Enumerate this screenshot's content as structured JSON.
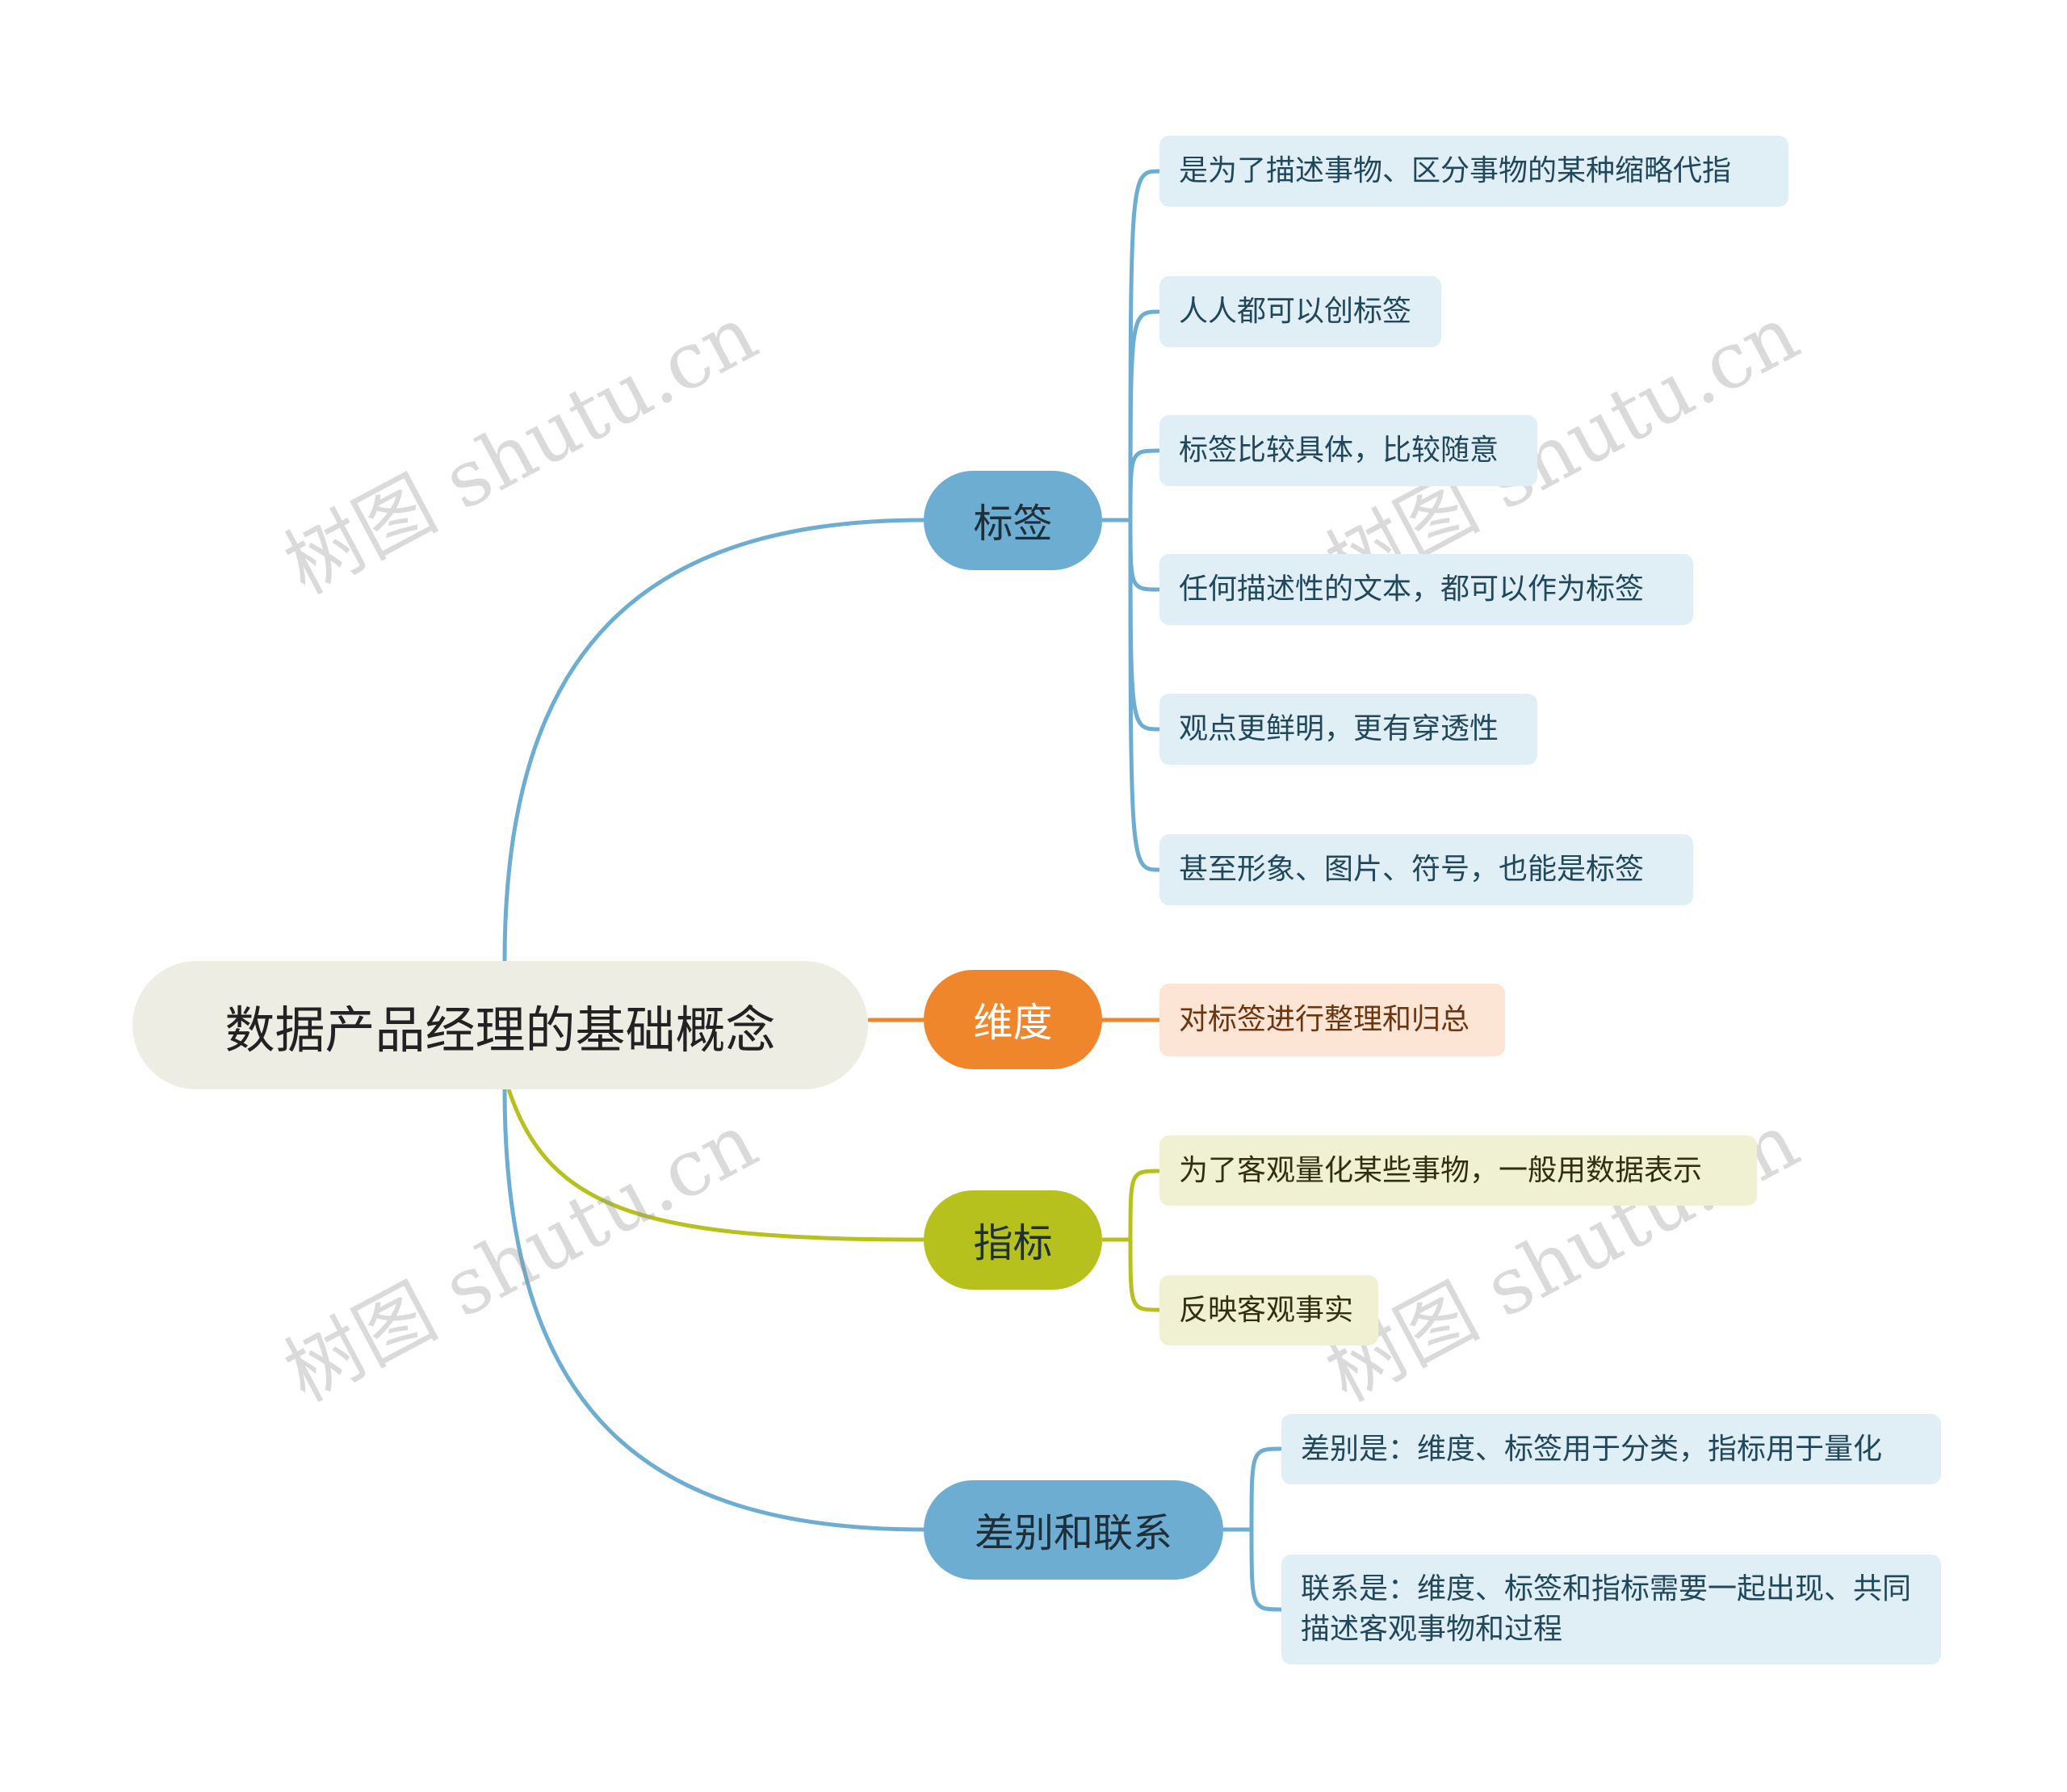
{
  "root": {
    "label": "数据产品经理的基础概念"
  },
  "branches": [
    {
      "label": "标签",
      "color": "#6cadd1",
      "leaves": [
        "是为了描述事物、区分事物的某种缩略代指",
        "人人都可以创标签",
        "标签比较具体，比较随意",
        "任何描述性的文本，都可以作为标签",
        "观点更鲜明，更有穿透性",
        "甚至形象、图片、符号，也能是标签"
      ]
    },
    {
      "label": "维度",
      "color": "#f0862c",
      "leaves": [
        "对标签进行整理和归总"
      ]
    },
    {
      "label": "指标",
      "color": "#b6c11d",
      "leaves": [
        "为了客观量化某些事物，一般用数据表示",
        "反映客观事实"
      ]
    },
    {
      "label": "差别和联系",
      "color": "#6cadd1",
      "leaves": [
        "差别是：维度、标签用于分类，指标用于量化",
        "联系是：维度、标签和指标需要一起出现、共同描述客观事物和过程"
      ]
    }
  ],
  "watermark": "树图 shutu.cn"
}
